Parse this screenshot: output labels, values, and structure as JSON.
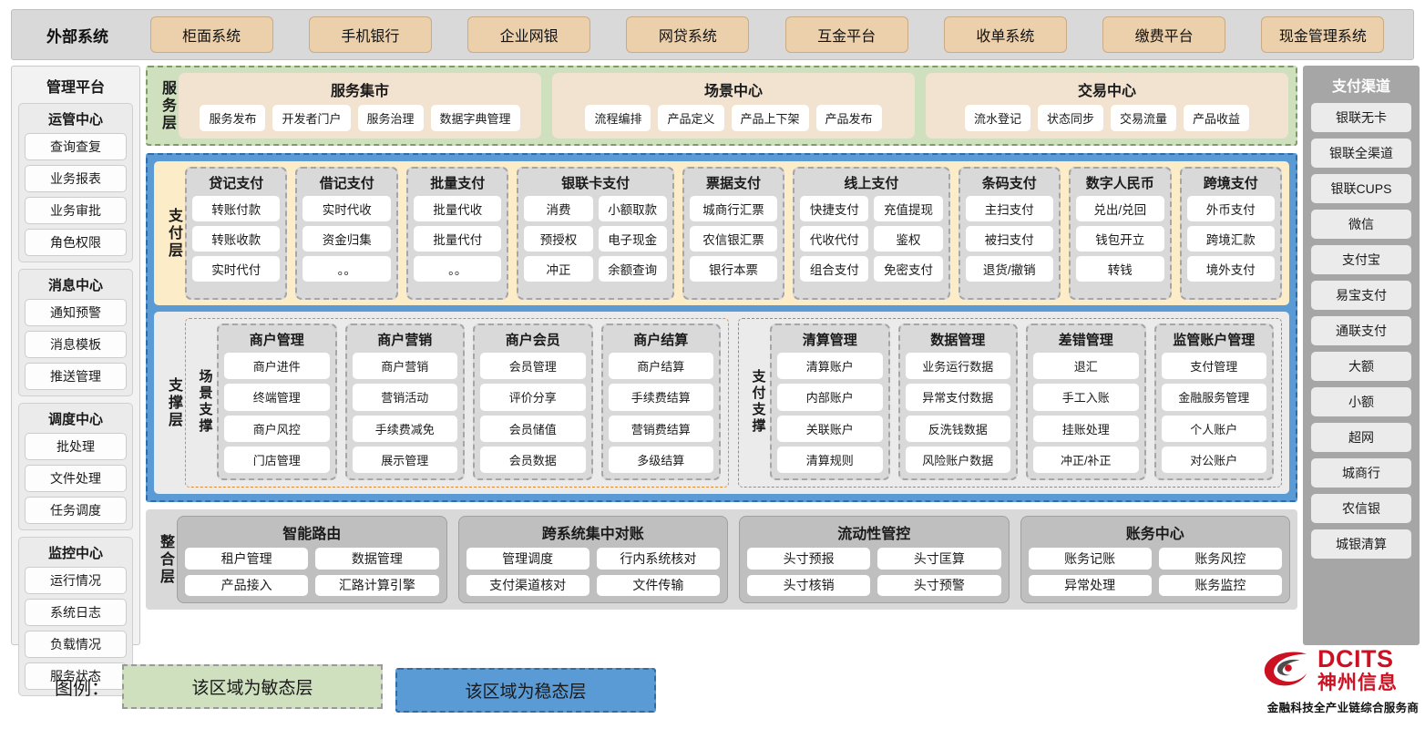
{
  "external": {
    "title": "外部系统",
    "items": [
      "柜面系统",
      "手机银行",
      "企业网银",
      "网贷系统",
      "互金平台",
      "收单系统",
      "缴费平台",
      "现金管理系统"
    ]
  },
  "management": {
    "title": "管理平台",
    "groups": [
      {
        "title": "运管中心",
        "items": [
          "查询查复",
          "业务报表",
          "业务审批",
          "角色权限"
        ]
      },
      {
        "title": "消息中心",
        "items": [
          "通知预警",
          "消息模板",
          "推送管理"
        ]
      },
      {
        "title": "调度中心",
        "items": [
          "批处理",
          "文件处理",
          "任务调度"
        ]
      },
      {
        "title": "监控中心",
        "items": [
          "运行情况",
          "系统日志",
          "负载情况",
          "服务状态"
        ]
      }
    ]
  },
  "channels": {
    "title": "支付渠道",
    "items": [
      "银联无卡",
      "银联全渠道",
      "银联CUPS",
      "微信",
      "支付宝",
      "易宝支付",
      "通联支付",
      "大额",
      "小额",
      "超网",
      "城商行",
      "农信银",
      "城银清算"
    ]
  },
  "service_layer": {
    "label": "服务层",
    "cards": [
      {
        "title": "服务集市",
        "items": [
          "服务发布",
          "开发者门户",
          "服务治理",
          "数据字典管理"
        ]
      },
      {
        "title": "场景中心",
        "items": [
          "流程编排",
          "产品定义",
          "产品上下架",
          "产品发布"
        ]
      },
      {
        "title": "交易中心",
        "items": [
          "流水登记",
          "状态同步",
          "交易流量",
          "产品收益"
        ]
      }
    ]
  },
  "pay_layer": {
    "label": "支付层",
    "groups": [
      {
        "title": "贷记支付",
        "cols": 1,
        "rows": [
          [
            "转账付款"
          ],
          [
            "转账收款"
          ],
          [
            "实时代付"
          ]
        ]
      },
      {
        "title": "借记支付",
        "cols": 1,
        "rows": [
          [
            "实时代收"
          ],
          [
            "资金归集"
          ],
          [
            "。。"
          ]
        ]
      },
      {
        "title": "批量支付",
        "cols": 1,
        "rows": [
          [
            "批量代收"
          ],
          [
            "批量代付"
          ],
          [
            "。。"
          ]
        ]
      },
      {
        "title": "银联卡支付",
        "cols": 2,
        "rows": [
          [
            "消费",
            "小额取款"
          ],
          [
            "预授权",
            "电子现金"
          ],
          [
            "冲正",
            "余额查询"
          ]
        ]
      },
      {
        "title": "票据支付",
        "cols": 1,
        "rows": [
          [
            "城商行汇票"
          ],
          [
            "农信银汇票"
          ],
          [
            "银行本票"
          ]
        ]
      },
      {
        "title": "线上支付",
        "cols": 2,
        "rows": [
          [
            "快捷支付",
            "充值提现"
          ],
          [
            "代收代付",
            "鉴权"
          ],
          [
            "组合支付",
            "免密支付"
          ]
        ]
      },
      {
        "title": "条码支付",
        "cols": 1,
        "rows": [
          [
            "主扫支付"
          ],
          [
            "被扫支付"
          ],
          [
            "退货/撤销"
          ]
        ]
      },
      {
        "title": "数字人民币",
        "cols": 1,
        "rows": [
          [
            "兑出/兑回"
          ],
          [
            "钱包开立"
          ],
          [
            "转钱"
          ]
        ]
      },
      {
        "title": "跨境支付",
        "cols": 1,
        "rows": [
          [
            "外币支付"
          ],
          [
            "跨境汇款"
          ],
          [
            "境外支付"
          ]
        ]
      }
    ]
  },
  "support_layer": {
    "label": "支撑层",
    "panels": [
      {
        "sub_label": "场景支撑",
        "groups": [
          {
            "title": "商户管理",
            "items": [
              "商户进件",
              "终端管理",
              "商户风控",
              "门店管理"
            ]
          },
          {
            "title": "商户营销",
            "items": [
              "商户营销",
              "营销活动",
              "手续费减免",
              "展示管理"
            ]
          },
          {
            "title": "商户会员",
            "items": [
              "会员管理",
              "评价分享",
              "会员储值",
              "会员数据"
            ]
          },
          {
            "title": "商户结算",
            "items": [
              "商户结算",
              "手续费结算",
              "营销费结算",
              "多级结算"
            ]
          }
        ]
      },
      {
        "sub_label": "支付支撑",
        "groups": [
          {
            "title": "清算管理",
            "items": [
              "清算账户",
              "内部账户",
              "关联账户",
              "清算规则"
            ]
          },
          {
            "title": "数据管理",
            "items": [
              "业务运行数据",
              "异常支付数据",
              "反洗钱数据",
              "风险账户数据"
            ]
          },
          {
            "title": "差错管理",
            "items": [
              "退汇",
              "手工入账",
              "挂账处理",
              "冲正/补正"
            ]
          },
          {
            "title": "监管账户管理",
            "items": [
              "支付管理",
              "金融服务管理",
              "个人账户",
              "对公账户"
            ]
          }
        ]
      }
    ]
  },
  "integration_layer": {
    "label": "整合层",
    "groups": [
      {
        "title": "智能路由",
        "rows": [
          [
            "租户管理",
            "数据管理"
          ],
          [
            "产品接入",
            "汇路计算引擎"
          ]
        ]
      },
      {
        "title": "跨系统集中对账",
        "rows": [
          [
            "管理调度",
            "行内系统核对"
          ],
          [
            "支付渠道核对",
            "文件传输"
          ]
        ]
      },
      {
        "title": "流动性管控",
        "rows": [
          [
            "头寸预报",
            "头寸匡算"
          ],
          [
            "头寸核销",
            "头寸预警"
          ]
        ]
      },
      {
        "title": "账务中心",
        "rows": [
          [
            "账务记账",
            "账务风控"
          ],
          [
            "异常处理",
            "账务监控"
          ]
        ]
      }
    ]
  },
  "legend": {
    "label": "图例：",
    "agile": "该区域为敏态层",
    "stable": "该区域为稳态层"
  },
  "logo": {
    "en": "DCITS",
    "cn": "神州信息",
    "tagline": "金融科技全产业链综合服务商"
  },
  "colors": {
    "agile_green": "#cfe0bf",
    "stable_blue": "#5b9bd5",
    "pay_cream": "#fdecc8",
    "ext_chip": "#eccfab",
    "brand_red": "#cc1122"
  }
}
